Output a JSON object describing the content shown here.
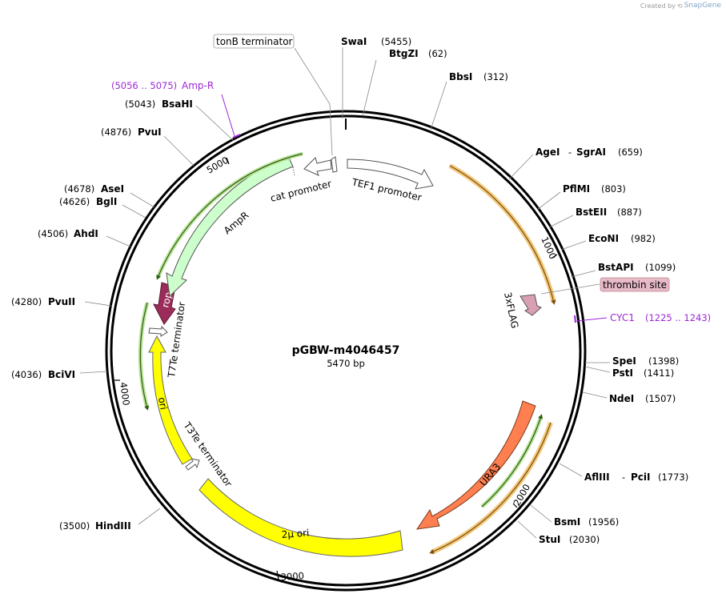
{
  "credit": {
    "prefix": "Created by",
    "brand": "SnapGene"
  },
  "plasmid": {
    "name": "pGBW-m4046457",
    "length_label": "5470 bp",
    "length": 5470
  },
  "ticks": [
    {
      "pos": 1000,
      "label": "1000"
    },
    {
      "pos": 2000,
      "label": "2000"
    },
    {
      "pos": 3000,
      "label": "3000"
    },
    {
      "pos": 4000,
      "label": "4000"
    },
    {
      "pos": 5000,
      "label": "5000"
    }
  ],
  "sites": [
    {
      "name": "SwaI",
      "pos": "(5455)"
    },
    {
      "name": "BtgZI",
      "pos": "(62)"
    },
    {
      "name": "BbsI",
      "pos": "(312)"
    },
    {
      "name": "AgeI",
      "sep": "-",
      "name2": "SgrAI",
      "pos": "(659)"
    },
    {
      "name": "PflMI",
      "pos": "(803)"
    },
    {
      "name": "BstEII",
      "pos": "(887)"
    },
    {
      "name": "EcoNI",
      "pos": "(982)"
    },
    {
      "name": "BstAPI",
      "pos": "(1099)"
    },
    {
      "name": "SpeI",
      "pos": "(1398)"
    },
    {
      "name": "PstI",
      "pos": "(1411)"
    },
    {
      "name": "NdeI",
      "pos": "(1507)"
    },
    {
      "name": "AflIII",
      "sep": "-",
      "name2": "PciI",
      "pos": "(1773)"
    },
    {
      "name": "BsmI",
      "pos": "(1956)"
    },
    {
      "name": "StuI",
      "pos": "(2030)"
    },
    {
      "name": "HindIII",
      "pos": "(3500)"
    },
    {
      "name": "BciVI",
      "pos": "(4036)"
    },
    {
      "name": "PvuII",
      "pos": "(4280)"
    },
    {
      "name": "AhdI",
      "pos": "(4506)"
    },
    {
      "name": "BglI",
      "pos": "(4626)"
    },
    {
      "name": "AseI",
      "pos": "(4678)"
    },
    {
      "name": "PvuI",
      "pos": "(4876)"
    },
    {
      "name": "BsaHI",
      "pos": "(5043)"
    }
  ],
  "primers": [
    {
      "name": "Amp-R",
      "range": "(5056 .. 5075)"
    },
    {
      "name": "CYC1",
      "range": "(1225 .. 1243)"
    }
  ],
  "features": [
    {
      "name": "TEF1 promoter",
      "color": "#ffffff"
    },
    {
      "name": "3xFLAG",
      "color": "#d9a0b3"
    },
    {
      "name": "thrombin site",
      "color": "#e8b9c8"
    },
    {
      "name": "URA3",
      "color": "#ff7f50"
    },
    {
      "name": "2μ ori",
      "color": "#ffff00"
    },
    {
      "name": "T3Te terminator",
      "color": "#ffffff"
    },
    {
      "name": "ori",
      "color": "#ffff00"
    },
    {
      "name": "T7Te terminator",
      "color": "#ffffff"
    },
    {
      "name": "rop",
      "color": "#9b2c5a"
    },
    {
      "name": "AmpR",
      "color": "#ccffcc"
    },
    {
      "name": "cat promoter",
      "color": "#ffffff"
    },
    {
      "name": "tonB terminator",
      "color": "#ffffff"
    }
  ],
  "colors": {
    "backbone": "#000000",
    "orf_orange": "#e8a33d",
    "orf_green": "#4a8a1c"
  }
}
